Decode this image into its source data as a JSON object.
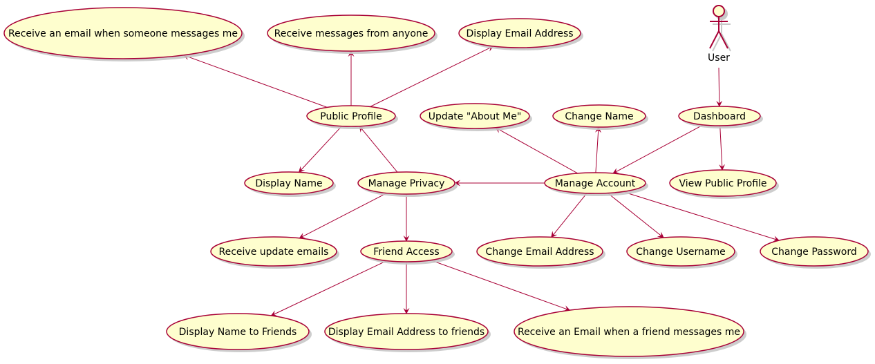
{
  "diagram": {
    "type": "use-case",
    "colors": {
      "fill": "#FEFECE",
      "stroke": "#A80036",
      "edge": "#A80036",
      "shadow": "#c8c8c8"
    },
    "actor": {
      "id": "user",
      "label": "User"
    },
    "use_cases": [
      {
        "id": "receive-email-someone",
        "label": "Receive an email when someone messages me"
      },
      {
        "id": "receive-messages-anyone",
        "label": "Receive messages from anyone"
      },
      {
        "id": "display-email",
        "label": "Display Email Address"
      },
      {
        "id": "public-profile",
        "label": "Public Profile"
      },
      {
        "id": "update-about",
        "label": "Update \"About Me\""
      },
      {
        "id": "change-name",
        "label": "Change Name"
      },
      {
        "id": "dashboard",
        "label": "Dashboard"
      },
      {
        "id": "display-name",
        "label": "Display Name"
      },
      {
        "id": "manage-privacy",
        "label": "Manage Privacy"
      },
      {
        "id": "manage-account",
        "label": "Manage Account"
      },
      {
        "id": "view-public-profile",
        "label": "View Public Profile"
      },
      {
        "id": "receive-update-emails",
        "label": "Receive update emails"
      },
      {
        "id": "friend-access",
        "label": "Friend Access"
      },
      {
        "id": "change-email",
        "label": "Change Email Address"
      },
      {
        "id": "change-username",
        "label": "Change Username"
      },
      {
        "id": "change-password",
        "label": "Change Password"
      },
      {
        "id": "display-name-friends",
        "label": "Display Name to Friends"
      },
      {
        "id": "display-email-friends",
        "label": "Display Email Address to friends"
      },
      {
        "id": "receive-email-friend",
        "label": "Receive an Email when a friend messages me"
      }
    ],
    "edges": [
      {
        "from": "user",
        "to": "dashboard"
      },
      {
        "from": "public-profile",
        "to": "receive-email-someone"
      },
      {
        "from": "public-profile",
        "to": "receive-messages-anyone"
      },
      {
        "from": "public-profile",
        "to": "display-email"
      },
      {
        "from": "public-profile",
        "to": "display-name"
      },
      {
        "from": "manage-privacy",
        "to": "public-profile"
      },
      {
        "from": "manage-privacy",
        "to": "receive-update-emails"
      },
      {
        "from": "manage-privacy",
        "to": "friend-access"
      },
      {
        "from": "manage-account",
        "to": "manage-privacy"
      },
      {
        "from": "manage-account",
        "to": "update-about"
      },
      {
        "from": "manage-account",
        "to": "change-name"
      },
      {
        "from": "manage-account",
        "to": "change-email"
      },
      {
        "from": "manage-account",
        "to": "change-username"
      },
      {
        "from": "manage-account",
        "to": "change-password"
      },
      {
        "from": "dashboard",
        "to": "manage-account"
      },
      {
        "from": "dashboard",
        "to": "view-public-profile"
      },
      {
        "from": "friend-access",
        "to": "display-name-friends"
      },
      {
        "from": "friend-access",
        "to": "display-email-friends"
      },
      {
        "from": "friend-access",
        "to": "receive-email-friend"
      }
    ]
  }
}
